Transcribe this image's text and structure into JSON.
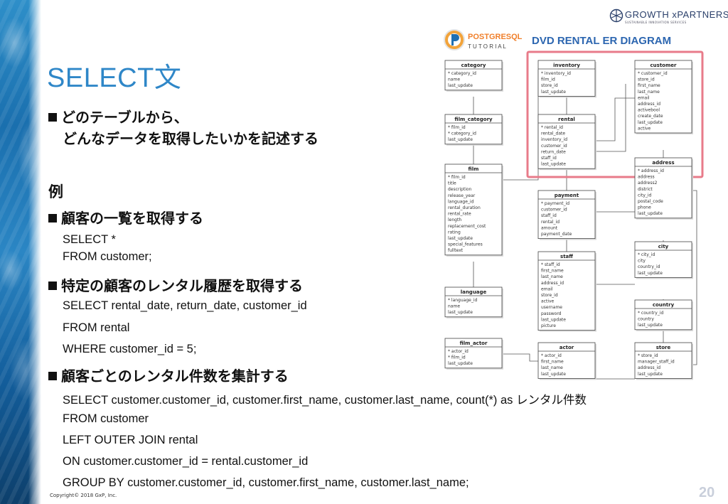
{
  "brand": {
    "name": "GROWTH xPARTNERS",
    "tagline": "SUSTAINABLE INNOVATION SERVICES"
  },
  "title": "SELECT文",
  "intro": {
    "line1": "どのテーブルから、",
    "line2": "どんなデータを取得したいかを記述する"
  },
  "example_label": "例",
  "examples": [
    {
      "heading": "顧客の一覧を取得する",
      "sql": [
        "SELECT *",
        "FROM customer;"
      ]
    },
    {
      "heading": "特定の顧客のレンタル履歴を取得する",
      "sql": [
        "SELECT rental_date, return_date, customer_id",
        "FROM rental",
        "WHERE customer_id = 5;"
      ]
    },
    {
      "heading": "顧客ごとのレンタル件数を集計する",
      "sql": [
        "SELECT customer.customer_id, customer.first_name, customer.last_name, count(*) as レンタル件数",
        "FROM customer",
        "LEFT OUTER JOIN rental",
        "ON customer.customer_id = rental.customer_id",
        "GROUP BY customer.customer_id, customer.first_name, customer.last_name;"
      ]
    }
  ],
  "copyright": "Copyright© 2018 GxP, Inc.",
  "page_number": "20",
  "er_diagram": {
    "logo_top": "POSTGRESQL",
    "logo_bottom": "T U T O R I A L",
    "heading": "DVD RENTAL ER DIAGRAM",
    "highlight_color": "#e87b8a",
    "tables": [
      {
        "name": "category",
        "fields": [
          "* category_id",
          "name",
          "last_update"
        ]
      },
      {
        "name": "film_category",
        "fields": [
          "* film_id",
          "* category_id",
          "last_update"
        ]
      },
      {
        "name": "film",
        "fields": [
          "* film_id",
          "title",
          "description",
          "release_year",
          "language_id",
          "rental_duration",
          "rental_rate",
          "length",
          "replacement_cost",
          "rating",
          "last_update",
          "special_features",
          "fulltext"
        ]
      },
      {
        "name": "language",
        "fields": [
          "* language_id",
          "name",
          "last_update"
        ]
      },
      {
        "name": "film_actor",
        "fields": [
          "* actor_id",
          "* film_id",
          "last_update"
        ]
      },
      {
        "name": "inventory",
        "fields": [
          "* inventory_id",
          "film_id",
          "store_id",
          "last_update"
        ]
      },
      {
        "name": "rental",
        "fields": [
          "* rental_id",
          "rental_date",
          "inventory_id",
          "customer_id",
          "return_date",
          "staff_id",
          "last_update"
        ]
      },
      {
        "name": "payment",
        "fields": [
          "* payment_id",
          "customer_id",
          "staff_id",
          "rental_id",
          "amount",
          "payment_date"
        ]
      },
      {
        "name": "staff",
        "fields": [
          "* staff_id",
          "first_name",
          "last_name",
          "address_id",
          "email",
          "store_id",
          "active",
          "username",
          "password",
          "last_update",
          "picture"
        ]
      },
      {
        "name": "actor",
        "fields": [
          "* actor_id",
          "first_name",
          "last_name",
          "last_update"
        ]
      },
      {
        "name": "customer",
        "fields": [
          "* customer_id",
          "store_id",
          "first_name",
          "last_name",
          "email",
          "address_id",
          "activebool",
          "create_date",
          "last_update",
          "active"
        ]
      },
      {
        "name": "address",
        "fields": [
          "* address_id",
          "address",
          "address2",
          "district",
          "city_id",
          "postal_code",
          "phone",
          "last_update"
        ]
      },
      {
        "name": "city",
        "fields": [
          "* city_id",
          "city",
          "country_id",
          "last_update"
        ]
      },
      {
        "name": "country",
        "fields": [
          "* country_id",
          "country",
          "last_update"
        ]
      },
      {
        "name": "store",
        "fields": [
          "* store_id",
          "manager_staff_id",
          "address_id",
          "last_update"
        ]
      }
    ]
  }
}
